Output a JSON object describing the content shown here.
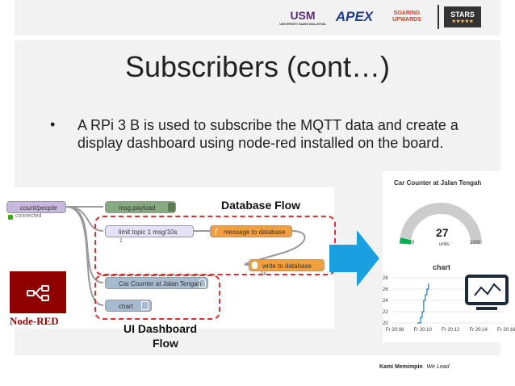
{
  "header": {
    "logos": [
      "USM",
      "APEX",
      "SOARING UPWARDS",
      "STARS"
    ],
    "usm_sub": "UNIVERSITI SAINS MALAYSIA"
  },
  "slide": {
    "title": "Subscribers (cont…)",
    "bullet": "•",
    "text": "A RPi 3 B is used to subscribe the MQTT data and create a display dashboard using node-red installed on the board."
  },
  "flow": {
    "mqtt_in": "count/people",
    "mqtt_status": "connected",
    "debug": "msg.payload",
    "limit": "limit topic 1 msg/10s",
    "limit_count": "1",
    "function": "message to database",
    "db": "write to database",
    "gauge": "Car Counter at Jalan Tengah",
    "chart": "chart",
    "db_label": "Database Flow",
    "ui_label_1": "UI Dashboard",
    "ui_label_2": "Flow",
    "nodered_logo": "Node-RED",
    "db_status": "OK"
  },
  "dashboard": {
    "gauge_title": "Car Counter at Jalan Tengah",
    "gauge_value": "27",
    "gauge_units": "units",
    "gauge_min": "0",
    "gauge_max": "1000",
    "chart_title": "chart",
    "y_ticks": [
      "28",
      "26",
      "24",
      "22",
      "20"
    ],
    "x_ticks": [
      "Fr 20:08",
      "Fr 20:10",
      "Fr 20:12",
      "Fr 20:14",
      "Fr 20:16"
    ]
  },
  "footer": {
    "bold": "Kami Memimpin",
    "italic": "We Lead"
  },
  "colors": {
    "accent_red": "#e03030",
    "arrow_blue": "#1aa0e0",
    "gauge_green": "#00b050",
    "node_gray": "#c0c0c0",
    "node_orange": "#f0a040",
    "node_blue": "#a6bbcf",
    "node_purple": "#c7b8e0",
    "node_green": "#87a980"
  },
  "chart_data": {
    "type": "line",
    "title": "chart",
    "x": [
      "Fr 20:08",
      "Fr 20:10",
      "Fr 20:12",
      "Fr 20:14",
      "Fr 20:16"
    ],
    "ylim": [
      20,
      28
    ],
    "series": [
      {
        "values": [
          20,
          20,
          21,
          22,
          24,
          25,
          26,
          27
        ]
      }
    ]
  }
}
